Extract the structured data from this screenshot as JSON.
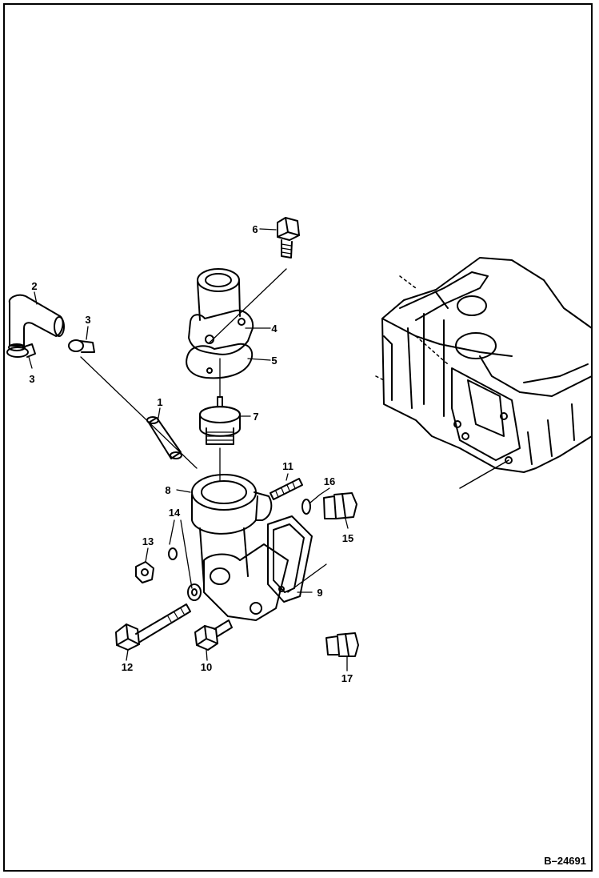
{
  "callouts": {
    "c1": "1",
    "c2": "2",
    "c3a": "3",
    "c3b": "3",
    "c4": "4",
    "c5": "5",
    "c6": "6",
    "c7": "7",
    "c8": "8",
    "c9": "9",
    "c10": "10",
    "c11": "11",
    "c12": "12",
    "c13": "13",
    "c14": "14",
    "c15": "15",
    "c16": "16",
    "c17": "17"
  },
  "figure_id": "B–24691",
  "colors": {
    "ink": "#000000",
    "paper": "#ffffff"
  }
}
